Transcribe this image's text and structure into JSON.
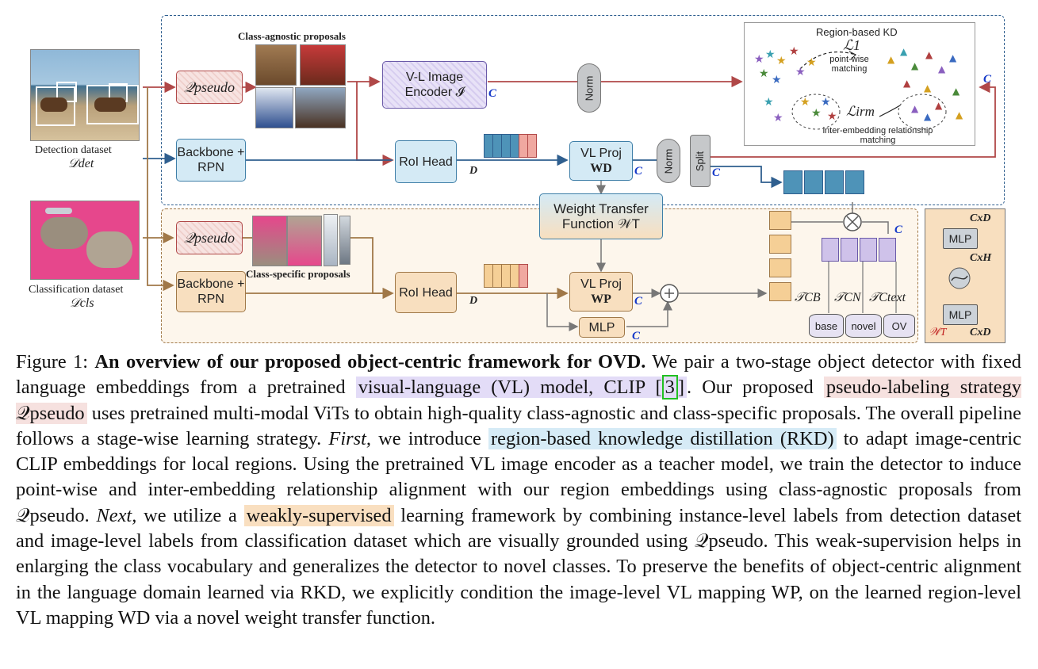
{
  "figure": {
    "class_agnostic_title": "Class-agnostic proposals",
    "class_specific_title": "Class-specific proposals",
    "detection_dataset_label": "Detection dataset",
    "detection_dataset_symbol": "𝒟det",
    "classification_dataset_label": "Classification dataset",
    "classification_dataset_symbol": "𝒟cls",
    "q_pseudo_top": "𝒬pseudo",
    "q_pseudo_bottom": "𝒬pseudo",
    "backbone_top": "Backbone + RPN",
    "backbone_bottom": "Backbone + RPN",
    "vl_encoder": "V-L Image Encoder 𝓘",
    "norm_top": "Norm",
    "norm_mid": "Norm",
    "split": "Split",
    "roi_head_top": "RoI Head",
    "roi_head_bottom": "RoI Head",
    "vl_proj_d": "VL Proj",
    "vl_proj_d_sub": "WD",
    "vl_proj_p": "VL Proj",
    "vl_proj_p_sub": "WP",
    "weight_transfer": "Weight Transfer Function 𝒲T",
    "mlp_bottom": "MLP",
    "dim_c": "C",
    "dim_d": "D",
    "rkd_title": "Region-based KD",
    "loss_1": "ℒ1",
    "point_wise": "point-wise matching",
    "loss_irm": "ℒirm",
    "inter_embedding": "inter-embedding relationship matching",
    "t_cb": "𝒯CB",
    "t_cn": "𝒯CN",
    "t_ctext": "𝒯Ctext",
    "db_base": "base",
    "db_novel": "novel",
    "db_ov": "OV",
    "wt_mlp1": "MLP",
    "wt_mlp2": "MLP",
    "wt_cxd_top": "CxD",
    "wt_cxh": "CxH",
    "wt_cxd_bottom": "CxD",
    "wt_symbol": "𝒲T"
  },
  "caption": {
    "fig_label": "Figure 1:",
    "bold_title": "An overview of our proposed object-centric framework for OVD.",
    "s1": "We pair a two-stage object detector with fixed language embeddings from a pretrained",
    "hl_vl": "visual-language (VL) model, CLIP",
    "cite": "3",
    "s2": ". Our proposed",
    "hl_pseudo": "pseudo-labeling strategy 𝒬pseudo",
    "s3": "uses pretrained multi-modal ViTs to obtain high-quality class-agnostic and class-specific proposals. The overall pipeline follows a stage-wise learning strategy.",
    "first": "First,",
    "s4": "we introduce",
    "hl_rkd": "region-based knowledge distillation (RKD)",
    "s5": "to adapt image-centric CLIP embeddings for local regions. Using the pretrained VL image encoder as a teacher model, we train the detector to induce point-wise and inter-embedding relationship alignment with our region embeddings using class-agnostic proposals from 𝒬pseudo.",
    "next": "Next,",
    "s6": "we utilize a",
    "hl_weak": "weakly-supervised",
    "s7": "learning framework by combining instance-level labels from detection dataset and image-level labels from classification dataset which are visually grounded using 𝒬pseudo. This weak-supervision helps in enlarging the class vocabulary and generalizes the detector to novel classes. To preserve the benefits of object-centric alignment in the language domain learned via RKD, we explicitly condition the image-level VL mapping WP, on the learned region-level VL mapping WD via a novel weight transfer function."
  }
}
